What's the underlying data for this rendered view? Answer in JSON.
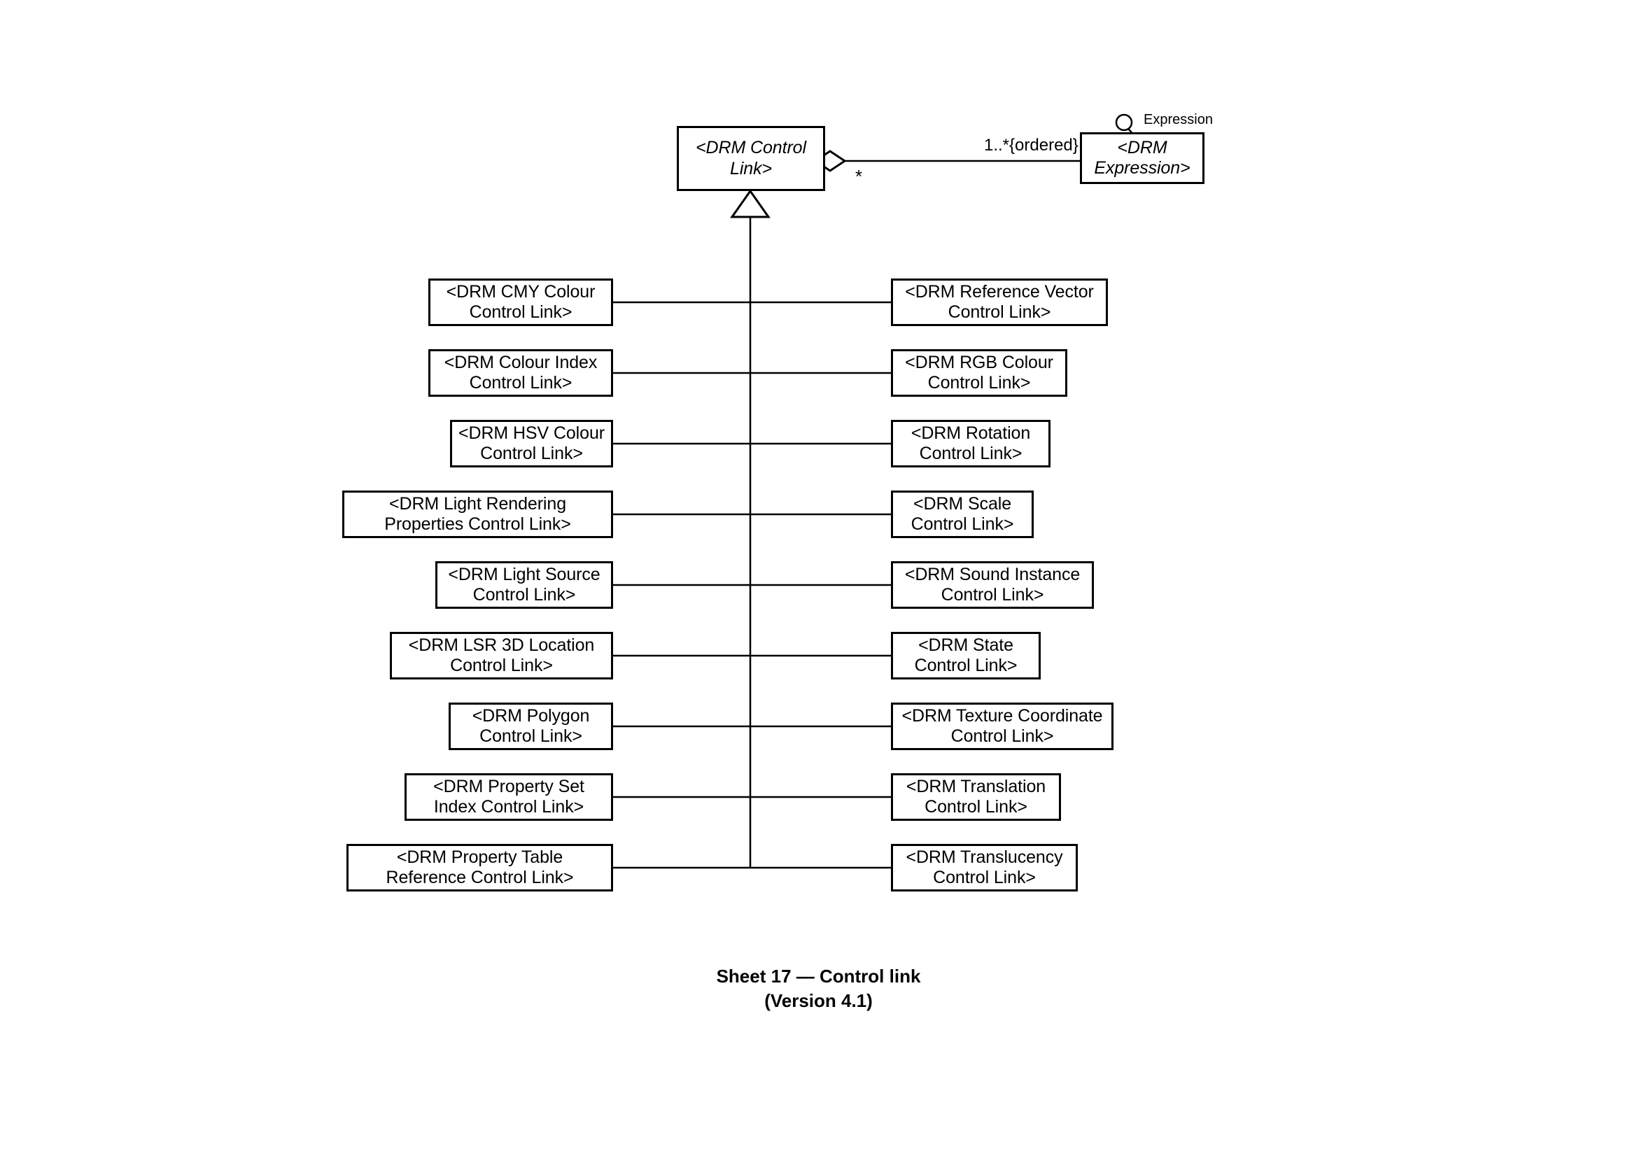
{
  "diagram": {
    "root": {
      "label": "<DRM Control\nLink>",
      "abstract": true
    },
    "association": {
      "target": {
        "label": "<DRM\nExpression>",
        "abstract": true
      },
      "target_multiplicity": "1..*{ordered}",
      "source_multiplicity": "*",
      "role_name": "Expression",
      "source_end_marker": "aggregation-diamond"
    },
    "generalization_marker": "hollow-triangle",
    "left_column": [
      {
        "label": "<DRM CMY Colour\nControl Link>"
      },
      {
        "label": "<DRM Colour Index\nControl Link>"
      },
      {
        "label": "<DRM HSV Colour\nControl Link>"
      },
      {
        "label": "<DRM Light Rendering\nProperties Control Link>"
      },
      {
        "label": "<DRM Light Source\nControl Link>"
      },
      {
        "label": "<DRM LSR 3D Location\nControl Link>"
      },
      {
        "label": "<DRM Polygon\nControl Link>"
      },
      {
        "label": "<DRM Property Set\nIndex Control Link>"
      },
      {
        "label": "<DRM Property Table\nReference Control Link>"
      }
    ],
    "right_column": [
      {
        "label": "<DRM Reference Vector\nControl Link>"
      },
      {
        "label": "<DRM RGB Colour\nControl Link>"
      },
      {
        "label": "<DRM Rotation\nControl Link>"
      },
      {
        "label": "<DRM Scale\nControl Link>"
      },
      {
        "label": "<DRM Sound Instance\nControl Link>"
      },
      {
        "label": "<DRM State\nControl Link>"
      },
      {
        "label": "<DRM Texture Coordinate\nControl Link>"
      },
      {
        "label": "<DRM Translation\nControl Link>"
      },
      {
        "label": "<DRM Translucency\nControl Link>"
      }
    ]
  },
  "caption": {
    "line1": "Sheet 17 — Control link",
    "line2": "(Version 4.1)"
  },
  "colors": {
    "stroke": "#000000",
    "fill": "#ffffff",
    "text": "#000000"
  }
}
